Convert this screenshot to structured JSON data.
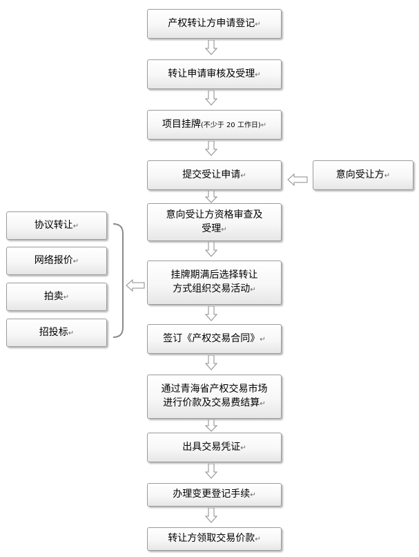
{
  "main_steps": [
    {
      "id": "s1",
      "lines": [
        "产权转让方申请登记"
      ]
    },
    {
      "id": "s2",
      "lines": [
        "转让申请审核及受理"
      ]
    },
    {
      "id": "s3",
      "lines": [
        "项目挂牌"
      ],
      "note": "(不少于 20 工作日)"
    },
    {
      "id": "s4",
      "lines": [
        "提交受让申请"
      ]
    },
    {
      "id": "s5",
      "lines": [
        "意向受让方资格审查及",
        "受理"
      ]
    },
    {
      "id": "s6",
      "lines": [
        "挂牌期满后选择转让",
        "方式组织交易活动"
      ]
    },
    {
      "id": "s7",
      "lines": [
        "签订《产权交易合同》"
      ]
    },
    {
      "id": "s8",
      "lines": [
        "通过青海省产权交易市场",
        "进行价款及交易费结算"
      ]
    },
    {
      "id": "s9",
      "lines": [
        "出具交易凭证"
      ]
    },
    {
      "id": "s10",
      "lines": [
        "办理变更登记手续"
      ]
    },
    {
      "id": "s11",
      "lines": [
        "转让方领取交易价款"
      ]
    }
  ],
  "side_party": {
    "lines": [
      "意向受让方"
    ]
  },
  "methods": [
    {
      "lines": [
        "协议转让"
      ]
    },
    {
      "lines": [
        "网络报价"
      ]
    },
    {
      "lines": [
        "拍卖"
      ]
    },
    {
      "lines": [
        "招投标"
      ]
    }
  ],
  "paragraph_mark": "↵",
  "colors": {
    "border": "#9a9a9a",
    "arrow_fill": "#ffffff",
    "arrow_stroke": "#8a8a8a",
    "bracket": "#8a8a8a"
  }
}
